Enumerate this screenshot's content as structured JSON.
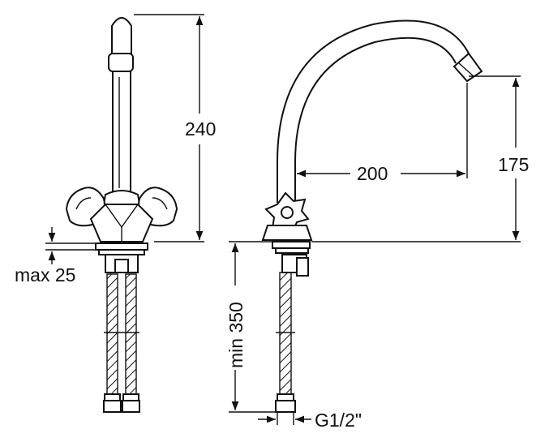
{
  "dimensions": {
    "height_front": "240",
    "max_deck": "max 25",
    "reach": "200",
    "spout_height": "175",
    "hose_length": "min 350",
    "thread": "G1/2\""
  }
}
